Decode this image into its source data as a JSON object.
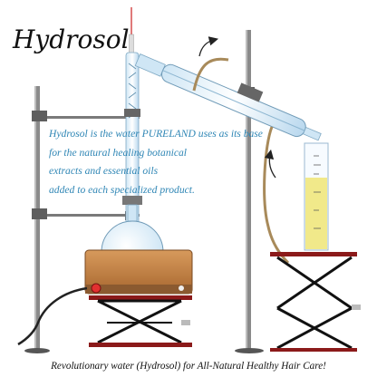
{
  "title": "Hydrosol",
  "caption_lines": [
    "Hydrosol is the water PURELAND uses as its base",
    "for the natural healing botanical",
    "extracts and essential oils",
    "added to each specialized product."
  ],
  "footer": "Revolutionary water (Hydrosol) for All-Natural Healthy Hair Care!",
  "colors": {
    "caption": "#2f86b5",
    "heater": "#c8874a",
    "heater_dark": "#7a4a22",
    "platform": "#8b1a1a",
    "oil": "#f1e98a",
    "glass": "#cfe6f5",
    "stand": "#777777",
    "tubing": "#a88a5a"
  },
  "icons": [
    "power-button-icon",
    "flow-arrow-icon"
  ]
}
